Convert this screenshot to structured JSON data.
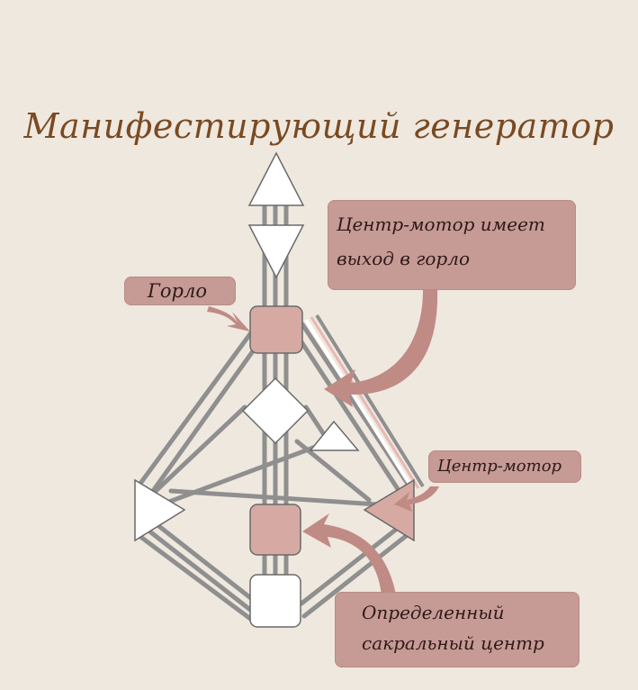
{
  "title": "Манифестирующий генератор",
  "labels": {
    "throat": "Горло",
    "motor_to_throat": [
      "Центр-мотор имеет",
      "выход в горло"
    ],
    "motor": "Центр-мотор",
    "sacral": [
      "Определенный",
      "сакральный центр"
    ]
  },
  "colors": {
    "background": "#efe8df",
    "title": "#7a4a22",
    "defined_center": "#d6aaa3",
    "undefined_center": "#ffffff",
    "label_fill": "#c69a95",
    "arrow": "#c08a85",
    "channel": "#8f8f8f"
  }
}
